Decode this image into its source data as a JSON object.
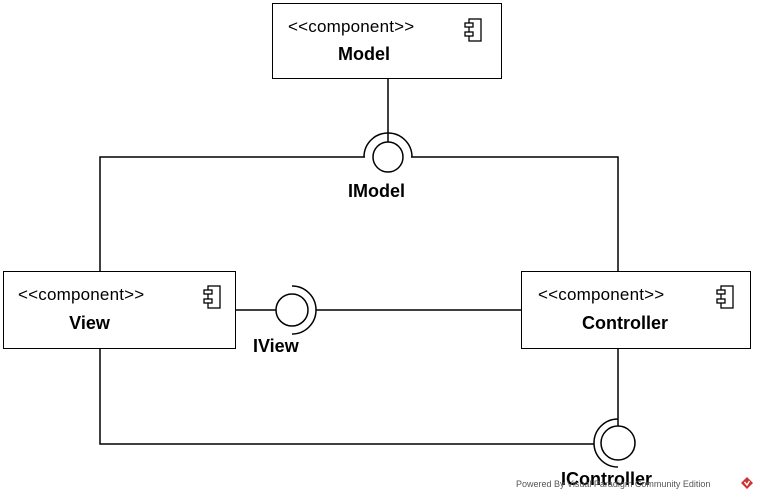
{
  "components": {
    "model": {
      "stereotype": "<<component>>",
      "name": "Model"
    },
    "view": {
      "stereotype": "<<component>>",
      "name": "View"
    },
    "controller": {
      "stereotype": "<<component>>",
      "name": "Controller"
    }
  },
  "interfaces": {
    "imodel": "IModel",
    "iview": "IView",
    "icontroller": "IController"
  },
  "footer": {
    "text": "Powered By Visual Paradigm Community Edition",
    "mark_color": "#cc3333"
  },
  "colors": {
    "line": "#000000",
    "background": "#ffffff"
  }
}
